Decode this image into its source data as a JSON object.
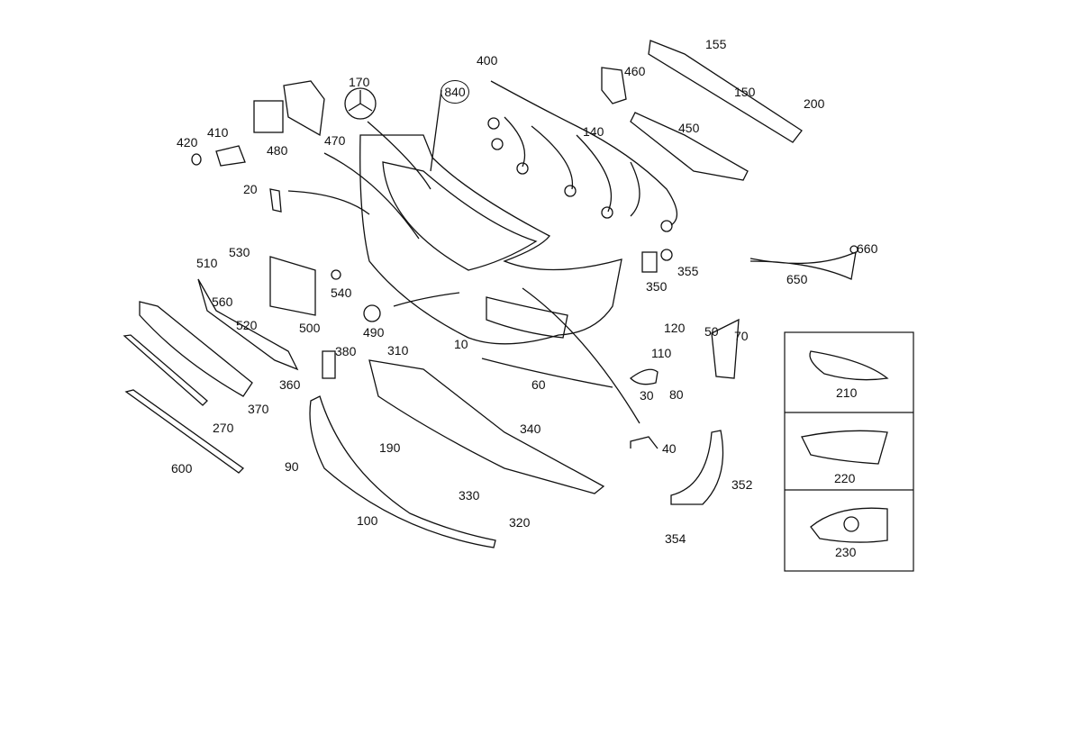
{
  "diagram_title": "",
  "part_callouts": {
    "p155": "155",
    "p400": "400",
    "p840": "840",
    "p170": "170",
    "p460": "460",
    "p150": "150",
    "p200": "200",
    "p410": "410",
    "p420": "420",
    "p480": "480",
    "p470": "470",
    "p140": "140",
    "p450": "450",
    "p20": "20",
    "p660": "660",
    "p510": "510",
    "p530": "530",
    "p355": "355",
    "p350": "350",
    "p650": "650",
    "p540": "540",
    "p560": "560",
    "p520": "520",
    "p500": "500",
    "p490": "490",
    "p120": "120",
    "p50": "50",
    "p70": "70",
    "p380": "380",
    "p310": "310",
    "p10": "10",
    "p110": "110",
    "p210": "210",
    "p360": "360",
    "p370": "370",
    "p60": "60",
    "p30": "30",
    "p80": "80",
    "p270": "270",
    "p340": "340",
    "p190": "190",
    "p40": "40",
    "p220": "220",
    "p600": "600",
    "p90": "90",
    "p352": "352",
    "p330": "330",
    "p320": "320",
    "p100": "100",
    "p354": "354",
    "p230": "230"
  },
  "colors": {
    "line": "#111111",
    "background": "#ffffff"
  }
}
